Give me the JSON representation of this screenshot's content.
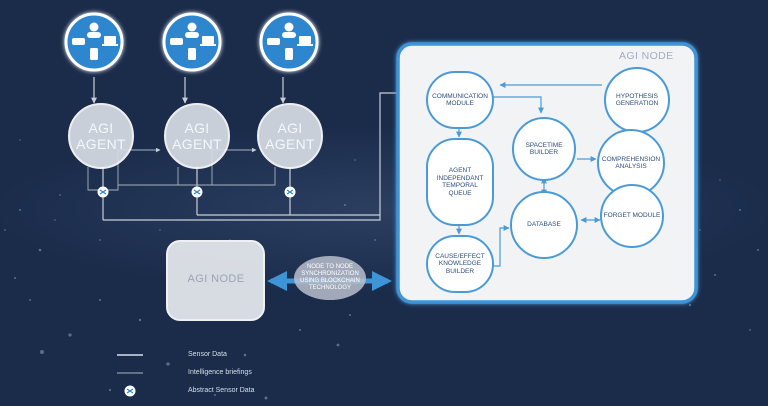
{
  "diagram": {
    "agi_node_title": "AGI NODE",
    "agi_node_small": "AGI NODE",
    "agents": [
      {
        "label": "AGI\nAGENT"
      },
      {
        "label": "AGI\nAGENT"
      },
      {
        "label": "AGI\nAGENT"
      }
    ],
    "modules": {
      "communication": "COMMUNICATION\nMODULE",
      "queue": "AGENT\nINDEPENDANT\nTEMPORAL\nQUEUE",
      "cause_effect": "CAUSE/EFFECT\nKNOWLEDGE\nBUILDER",
      "spacetime": "SPACETIME\nBUILDER",
      "database": "DATABASE",
      "hypothesis": "HYPOTHESIS\nGENERATION",
      "comprehension": "COMPREHENSION\nANALYSIS",
      "forget": "FORGET MODULE"
    },
    "sync_text": "NODE TO NODE\nSYNCHRONIZATION\nUSING BLOCKCHAIN\nTECHNOLOGY"
  },
  "legend": {
    "items": [
      {
        "label": "Sensor Data"
      },
      {
        "label": "Intelligence briefings"
      },
      {
        "label": "Abstract Sensor Data"
      }
    ]
  },
  "colors": {
    "background": "#1b2c4b",
    "node_fill": "#f2f3f5",
    "accent": "#3d94d6",
    "circle_fill": "#2f86cf",
    "line": "#c9ced6"
  }
}
